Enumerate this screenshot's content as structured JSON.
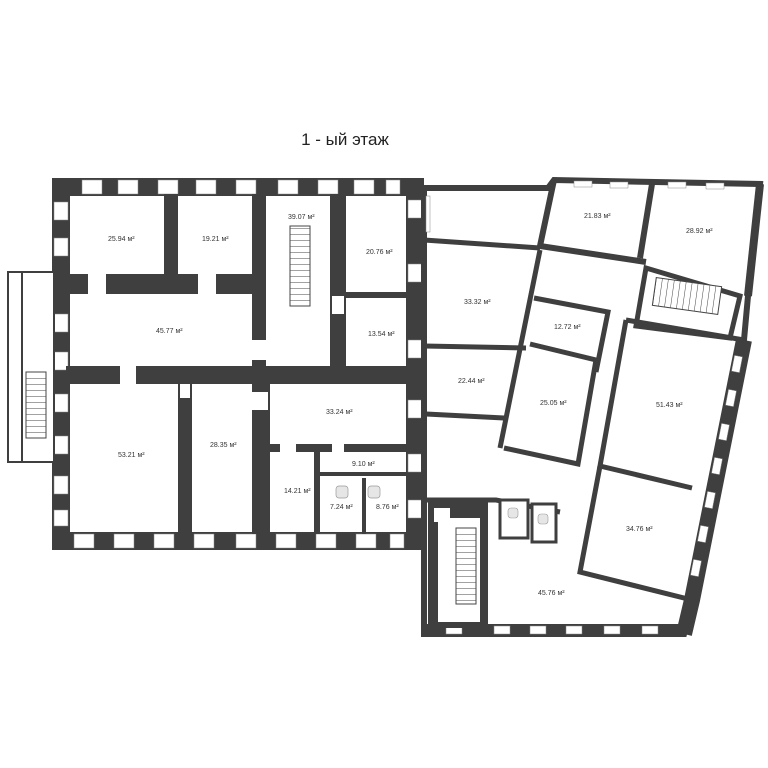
{
  "floor_title": "1 - ый этаж",
  "colors": {
    "wall": "#3f3f3f",
    "window": "#ffffff",
    "stair": "#555555",
    "fixture": "#9a9a9a"
  },
  "rooms": [
    {
      "id": "r1",
      "area": "25.94 м²"
    },
    {
      "id": "r2",
      "area": "19.21 м²"
    },
    {
      "id": "r3",
      "area": "39.07 м²"
    },
    {
      "id": "r4",
      "area": "20.76 м²"
    },
    {
      "id": "r5",
      "area": "45.77 м²"
    },
    {
      "id": "r6",
      "area": "13.54 м²"
    },
    {
      "id": "r7",
      "area": "33.24 м²"
    },
    {
      "id": "r8",
      "area": "53.21 м²"
    },
    {
      "id": "r9",
      "area": "28.35 м²"
    },
    {
      "id": "r10",
      "area": "9.10 м²"
    },
    {
      "id": "r11",
      "area": "14.21 м²"
    },
    {
      "id": "r12",
      "area": "7.24 м²"
    },
    {
      "id": "r13",
      "area": "8.76 м²"
    },
    {
      "id": "r14",
      "area": "21.83 м²"
    },
    {
      "id": "r15",
      "area": "28.92 м²"
    },
    {
      "id": "r16",
      "area": "33.32 м²"
    },
    {
      "id": "r17",
      "area": "12.72 м²"
    },
    {
      "id": "r18",
      "area": "22.44 м²"
    },
    {
      "id": "r19",
      "area": "25.05 м²"
    },
    {
      "id": "r20",
      "area": "51.43 м²"
    },
    {
      "id": "r21",
      "area": "34.76 м²"
    },
    {
      "id": "r22",
      "area": "45.76 м²"
    }
  ]
}
